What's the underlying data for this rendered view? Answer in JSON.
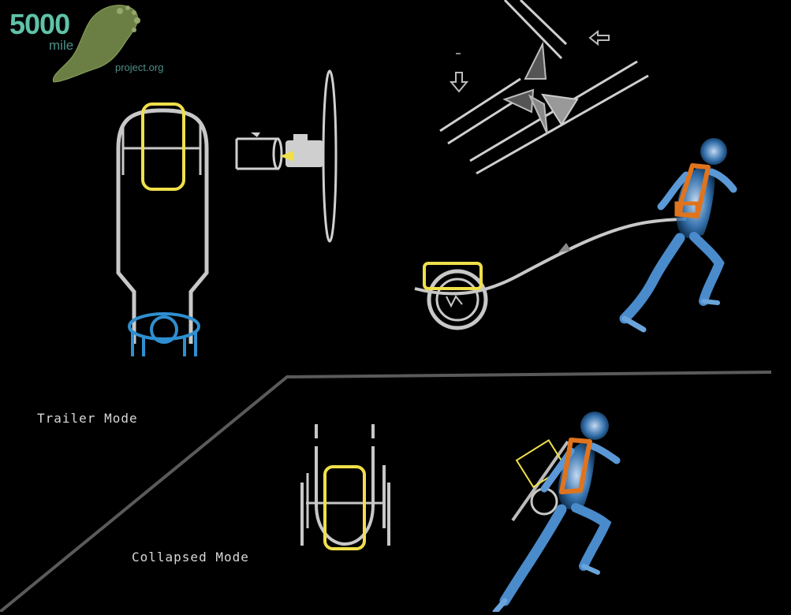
{
  "logo": {
    "number": "5000",
    "word": "mile",
    "site": "project.org",
    "colors": {
      "number": "#5fc3a8",
      "text": "#4d8f86",
      "map": "#6b7f45"
    }
  },
  "labels": {
    "trailer_mode": "Trailer Mode",
    "collapsed_mode": "Collapsed Mode"
  },
  "colors": {
    "frame": "#c8c8c8",
    "wheel_highlight": "#f0e04a",
    "seat": "#2f8fd0",
    "harness": "#e0741e",
    "body": "#2c6fb0",
    "divider": "#5a5a5a"
  },
  "icons": [
    "down-arrow-icon",
    "left-arrow-icon",
    "runner-figure",
    "world-map-logo"
  ]
}
